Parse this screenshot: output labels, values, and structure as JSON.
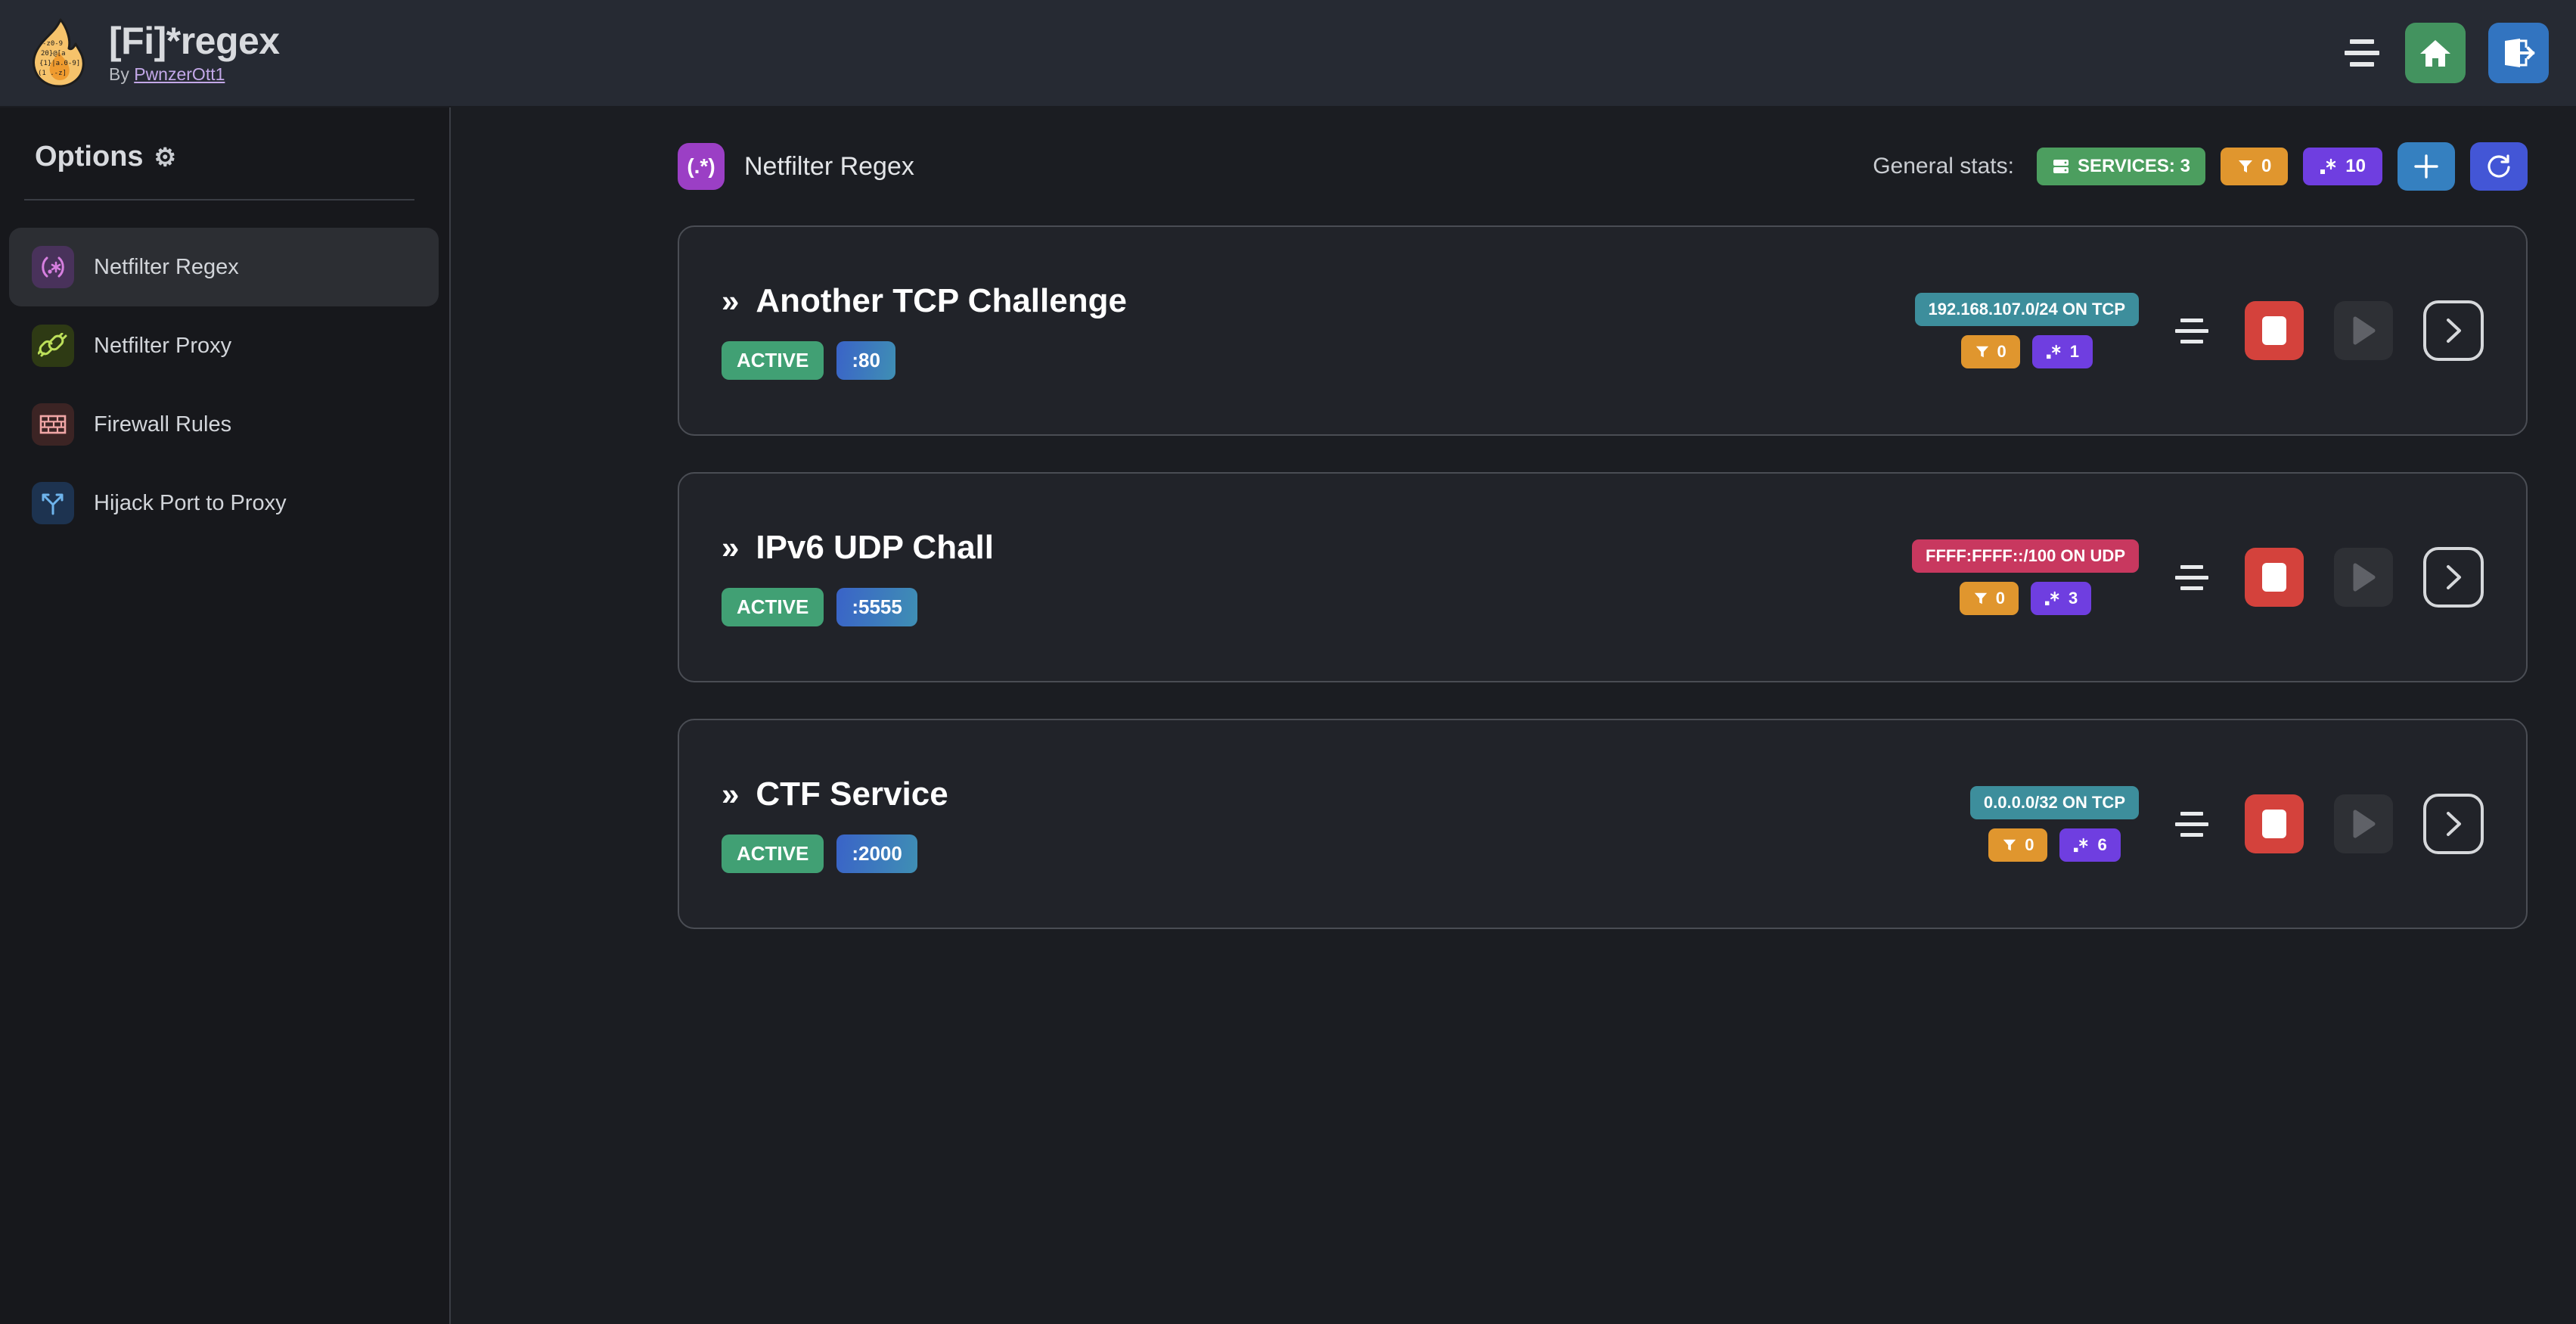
{
  "header": {
    "title": "[Fi]*regex",
    "by_prefix": "By ",
    "author": "PwnzerOtt1",
    "logo_icon": "flame-regex-logo",
    "menu_icon": "hamburger-menu-icon",
    "home_icon": "home-icon",
    "logout_icon": "logout-icon"
  },
  "sidebar": {
    "title": "Options",
    "gear": "⚙",
    "items": [
      {
        "label": "Netfilter Regex",
        "icon": "regex-icon",
        "active": true
      },
      {
        "label": "Netfilter Proxy",
        "icon": "plug-icon",
        "active": false
      },
      {
        "label": "Firewall Rules",
        "icon": "brickwall-icon",
        "active": false
      },
      {
        "label": "Hijack Port to Proxy",
        "icon": "branch-arrows-icon",
        "active": false
      }
    ]
  },
  "page": {
    "title": "Netfilter Regex",
    "icon_text": "(.*)",
    "stats_label": "General stats:",
    "stats": {
      "services_label": "SERVICES: 3",
      "filters_count": "0",
      "regex_count": "10"
    },
    "add_label": "+",
    "refresh_label": "⟳"
  },
  "services": [
    {
      "name": "Another TCP Challenge",
      "chevron": "»",
      "status": "ACTIVE",
      "port": ":80",
      "network": "192.168.107.0/24 ON TCP",
      "proto": "tcp",
      "filters": "0",
      "regexes": "1"
    },
    {
      "name": "IPv6 UDP Chall",
      "chevron": "»",
      "status": "ACTIVE",
      "port": ":5555",
      "network": "FFFF:FFFF::/100 ON UDP",
      "proto": "udp",
      "filters": "0",
      "regexes": "3"
    },
    {
      "name": "CTF Service",
      "chevron": "»",
      "status": "ACTIVE",
      "port": ":2000",
      "network": "0.0.0.0/32 ON TCP",
      "proto": "tcp",
      "filters": "0",
      "regexes": "6"
    }
  ],
  "colors": {
    "page_bg": "#1b1d22",
    "topbar_bg": "#262a33",
    "sidebar_bg": "#17181c",
    "card_bg": "#212329",
    "accent_purple": "#6f3ee0",
    "accent_green": "#4c9e5f",
    "accent_orange": "#e0962e",
    "accent_red": "#d4423c",
    "accent_teal": "#3d8e9c",
    "accent_crimson": "#c8385f",
    "accent_blue": "#3580c0"
  }
}
